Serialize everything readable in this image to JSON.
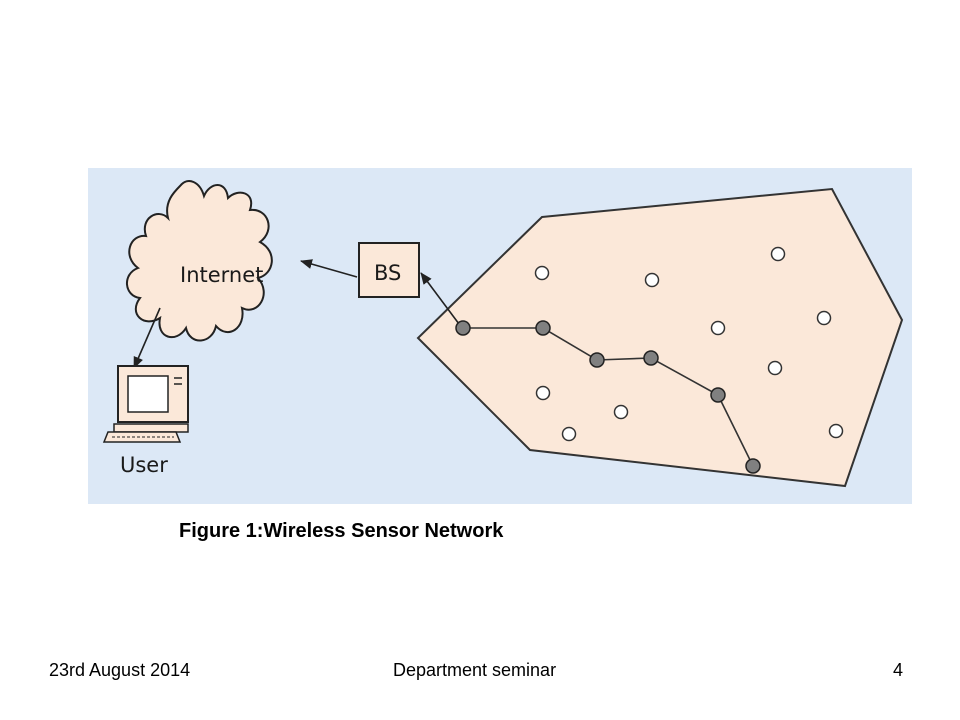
{
  "diagram": {
    "labels": {
      "internet": "Internet",
      "base_station": "BS",
      "user": "User"
    },
    "colors": {
      "background": "#dce8f6",
      "region_fill": "#fbe8d9",
      "cloud_fill": "#fbe8d9",
      "path_node": "#808080",
      "idle_node": "#ffffff",
      "stroke": "#222222"
    },
    "icons": [
      "cloud-icon",
      "base-station-box",
      "computer-icon",
      "sensor-node"
    ]
  },
  "caption": "Figure 1:Wireless Sensor Network",
  "footer": {
    "date": "23rd August 2014",
    "center": "Department seminar",
    "page": "4"
  }
}
